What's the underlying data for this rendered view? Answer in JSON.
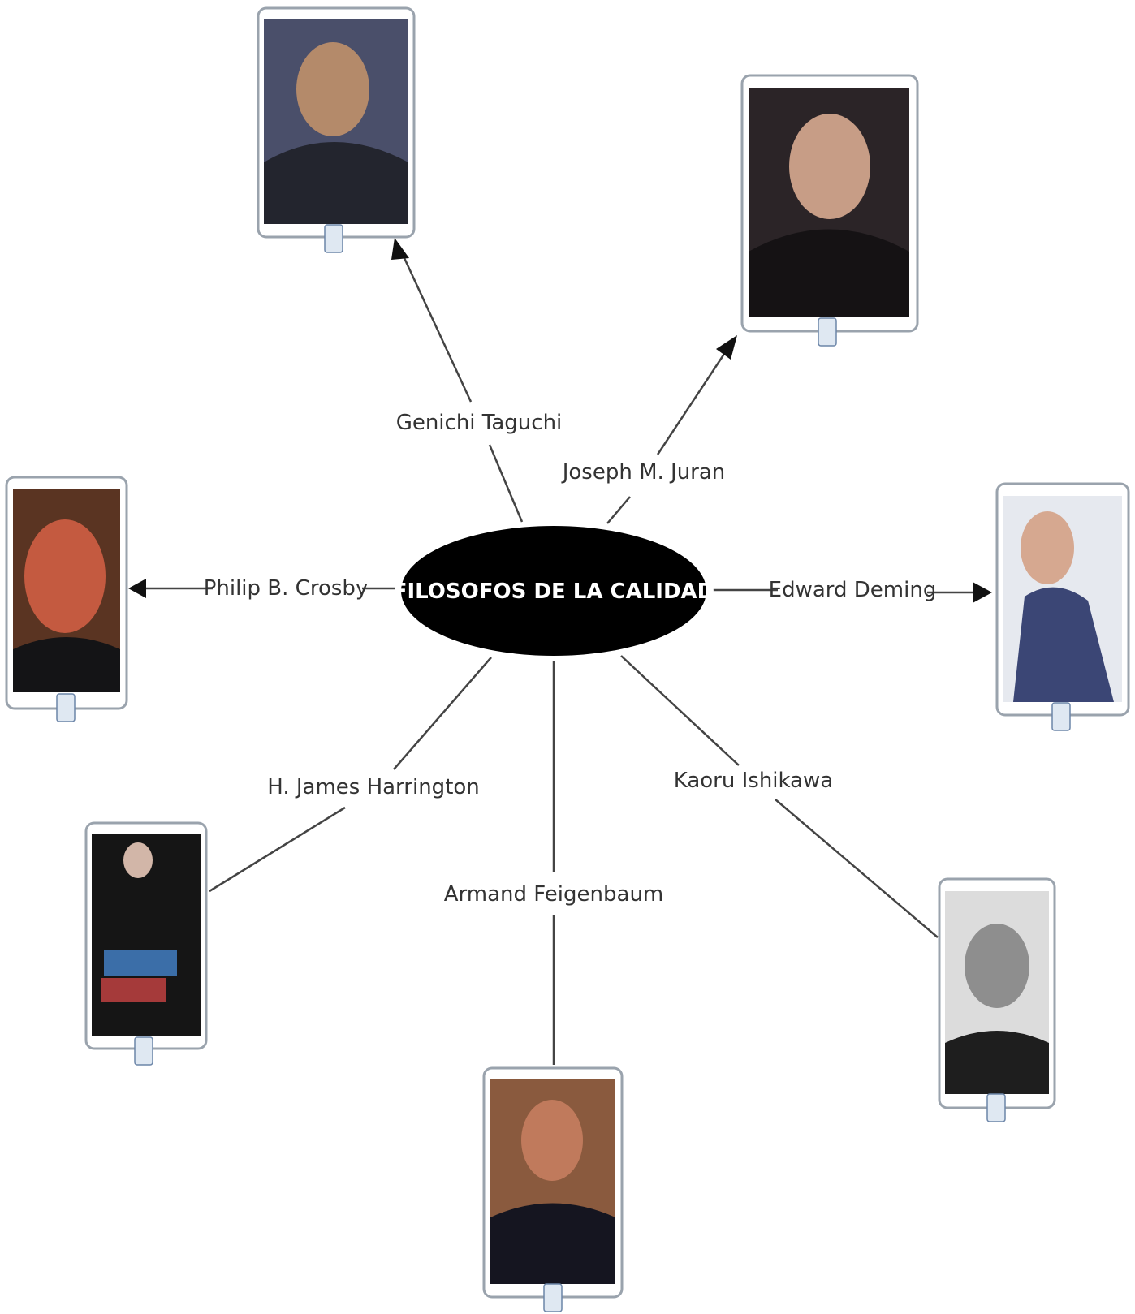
{
  "center": {
    "title": "FILOSOFOS DE LA CALIDAD"
  },
  "philosophers": [
    {
      "id": "taguchi",
      "name": "Genichi Taguchi",
      "photo": "portrait-photo"
    },
    {
      "id": "juran",
      "name": "Joseph M. Juran",
      "photo": "portrait-photo"
    },
    {
      "id": "crosby",
      "name": "Philip B. Crosby",
      "photo": "portrait-photo"
    },
    {
      "id": "deming",
      "name": "Edward Deming",
      "photo": "portrait-photo"
    },
    {
      "id": "harrington",
      "name": "H. James Harrington",
      "photo": "portrait-photo"
    },
    {
      "id": "ishikawa",
      "name": "Kaoru Ishikawa",
      "photo": "portrait-photo"
    },
    {
      "id": "feigenbaum",
      "name": "Armand Feigenbaum",
      "photo": "portrait-photo"
    }
  ],
  "colors": {
    "node": "#000000",
    "line": "#444444",
    "frame": "#9aa3ad"
  }
}
